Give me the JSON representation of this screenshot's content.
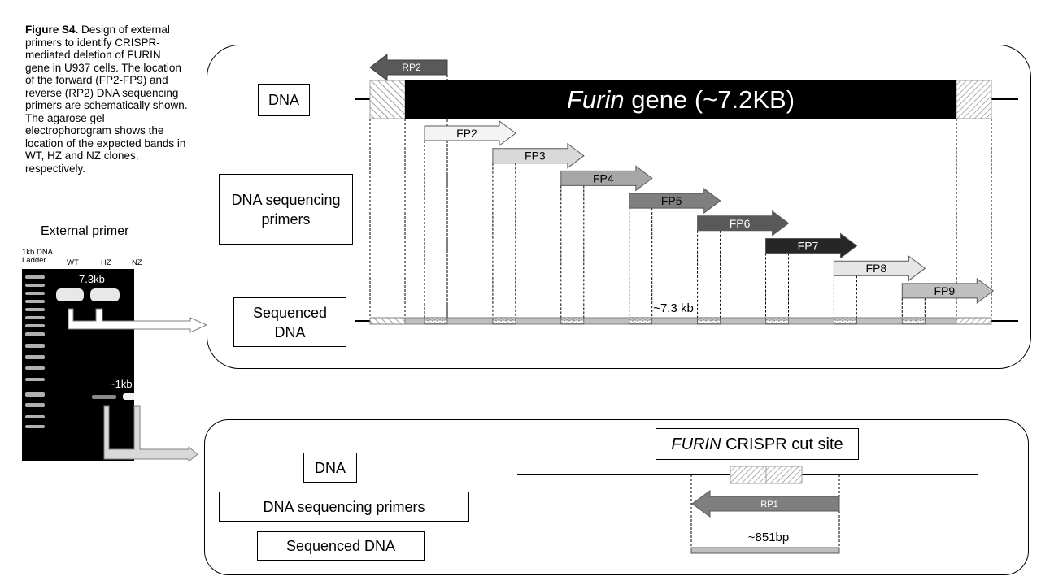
{
  "caption": {
    "bold": "Figure S4.",
    "text": " Design of external primers to identify CRISPR-mediated deletion of FURIN gene in U937 cells. The location of the forward (FP2-FP9) and reverse (RP2) DNA sequencing primers are schematically shown. The agarose gel electrophorogram shows the location of the expected bands in WT, HZ and NZ clones, respectively."
  },
  "gel": {
    "title": "External primer",
    "ladder_label": "1kb DNA Ladder",
    "lanes": [
      "WT",
      "HZ",
      "NZ"
    ],
    "band_top_label": "7.3kb",
    "band_bottom_label": "~1kb"
  },
  "top_panel": {
    "dna_label": "DNA",
    "primers_label": "DNA sequencing primers",
    "sequenced_label": "Sequenced DNA",
    "gene_italic": "Furin",
    "gene_rest": " gene (~7.2KB)",
    "reverse_primer": "RP2",
    "forward_primers": [
      "FP2",
      "FP3",
      "FP4",
      "FP5",
      "FP6",
      "FP7",
      "FP8",
      "FP9"
    ],
    "sequenced_size": "~7.3 kb"
  },
  "bottom_panel": {
    "dna_label": "DNA",
    "primers_label": "DNA sequencing primers",
    "sequenced_label": "Sequenced DNA",
    "cut_site_italic": "FURIN",
    "cut_site_rest": " CRISPR cut site",
    "reverse_primer": "RP1",
    "sequenced_size": "~851bp"
  },
  "colors": {
    "fp_fills": [
      "#f4f4f4",
      "#d9d9d9",
      "#a6a6a6",
      "#7f7f7f",
      "#595959",
      "#262626",
      "#e6e6e6",
      "#bfbfbf"
    ],
    "fp_text": [
      "#000000",
      "#000000",
      "#000000",
      "#000000",
      "#ffffff",
      "#ffffff",
      "#000000",
      "#000000"
    ]
  }
}
